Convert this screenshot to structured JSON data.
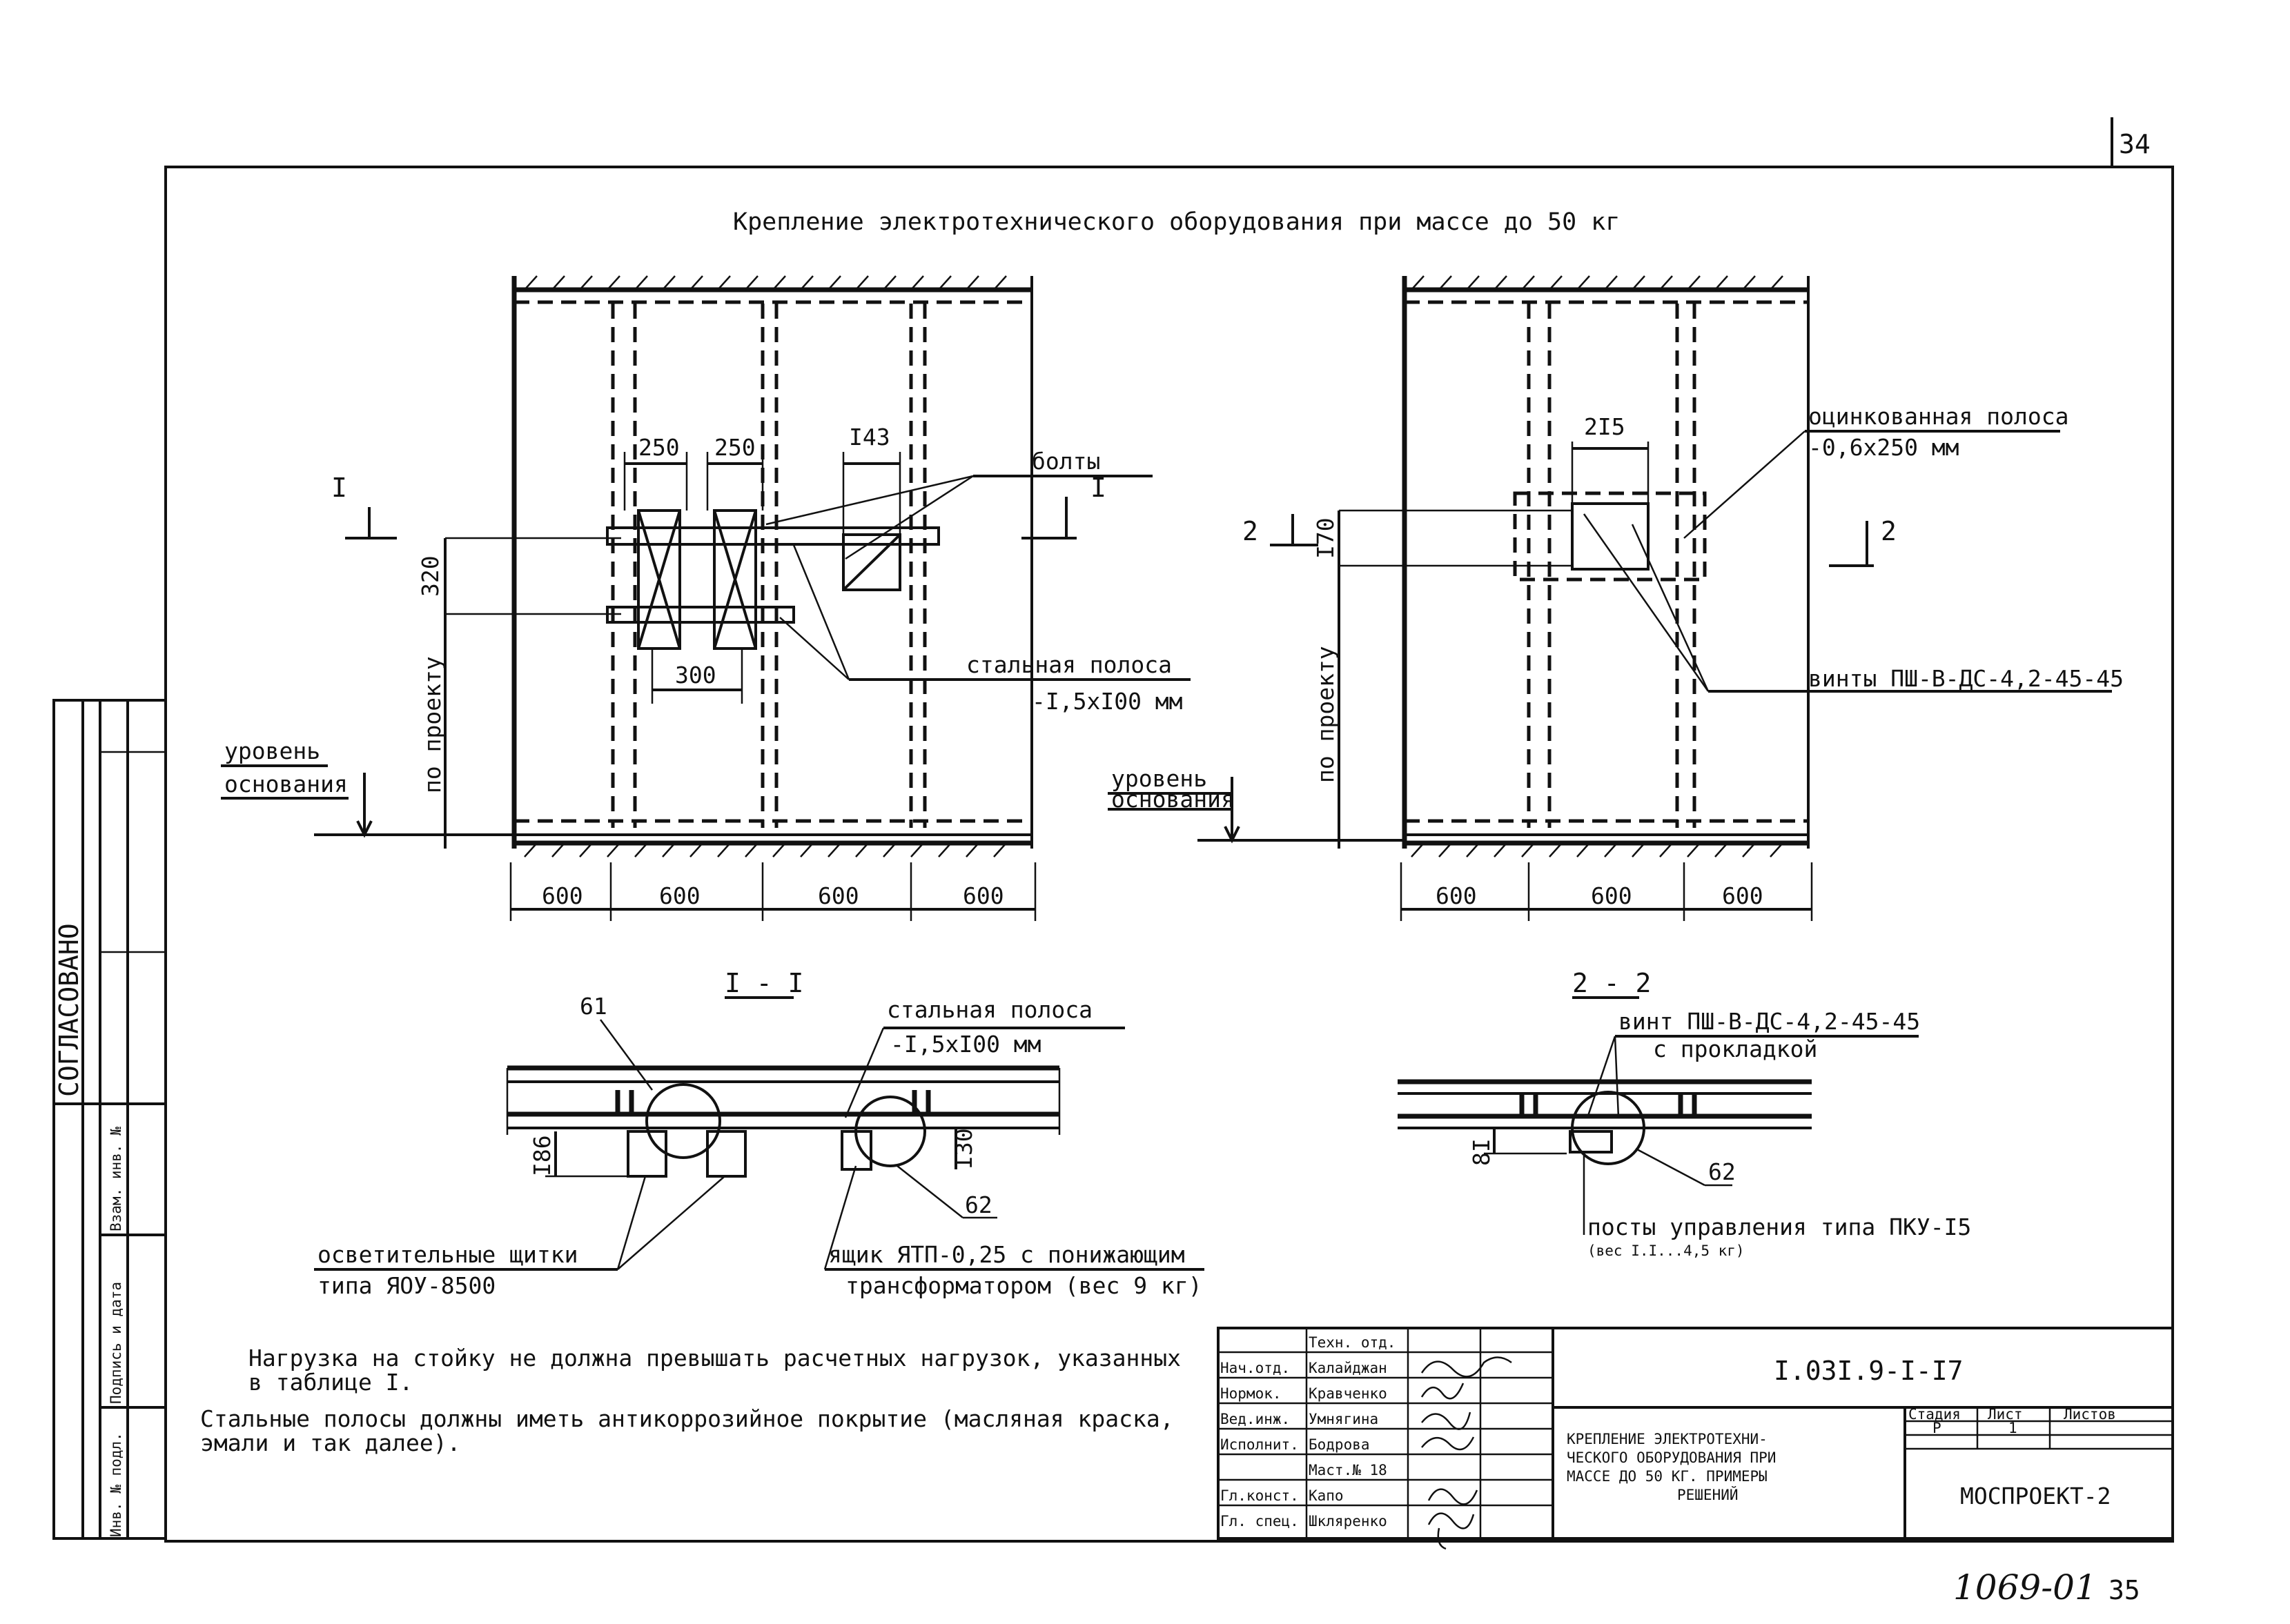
{
  "page_number": "34",
  "main_title": "Крепление электротехнического оборудования при массе до 50 кг",
  "left_view": {
    "section_mark": "I",
    "dims_top": [
      "250",
      "250",
      "I43"
    ],
    "dim_320": "320",
    "dim_300": "300",
    "po_proektu": "по проекту",
    "label_bolty": "болты",
    "label_polosa_1": "стальная полоса",
    "label_polosa_2": "-I,5xI00 мм",
    "level_1": "уровень",
    "level_2": "основания",
    "dims_bottom": [
      "600",
      "600",
      "600",
      "600"
    ]
  },
  "right_view": {
    "section_mark": "2",
    "dim_215": "2I5",
    "dim_170": "I70",
    "po_proektu": "по проекту",
    "label_ocink_1": "оцинкованная полоса",
    "label_ocink_2": "-0,6x250 мм",
    "label_vinty": "винты ПШ-В-ДС-4,2-45-45",
    "level_1": "уровень",
    "level_2": "основания",
    "dims_bottom": [
      "600",
      "600",
      "600"
    ]
  },
  "section_1": {
    "title": "I - I",
    "num_61": "61",
    "num_62": "62",
    "dim_186": "I86",
    "dim_130": "I30",
    "label_polosa_1": "стальная полоса",
    "label_polosa_2": "-I,5xI00 мм",
    "label_schitki_1": "осветительные щитки",
    "label_schitki_2": "типа ЯОУ-8500",
    "label_yaschik_1": "ящик ЯТП-0,25 с понижающим",
    "label_yaschik_2": "трансформатором (вес 9 кг)"
  },
  "section_2": {
    "title": "2 - 2",
    "num_62": "62",
    "dim_81": "8I",
    "label_vint_1": "винт ПШ-В-ДС-4,2-45-45",
    "label_vint_2": "с прокладкой",
    "label_posty_1": "посты управления типа ПКУ-I5",
    "label_posty_2": "(вес I.I...4,5 кг)"
  },
  "notes": [
    "Нагрузка на стойку не должна превышать расчетных нагрузок, указанных",
    "в  таблице I.",
    "Стальные полосы должны иметь антикоррозийное покрытие (масляная краска,",
    "эмали и так далее)."
  ],
  "stamp": {
    "vertical_agreed": "СОГЛАСОВАНО",
    "side_cols": [
      "Инв. № подл.",
      "Подпись и дата",
      "Взам. инв. №"
    ],
    "roles": [
      "Техн. отд.",
      "Нач.отд.",
      "Нормок.",
      "Вед.инж.",
      "Исполнит.",
      "Маст.№ 18",
      "Гл.конст.",
      "Гл. спец."
    ],
    "names": [
      "Калайджан",
      "Кравченко",
      "Умнягина",
      "Бодрова",
      "",
      "Капо",
      "Шкляренко"
    ],
    "code": "I.03I.9-I-I7",
    "desc": [
      "КРЕПЛЕНИЕ ЭЛЕКТРОТЕХНИ-",
      "ЧЕСКОГО ОБОРУДОВАНИЯ ПРИ",
      "МАССЕ ДО 50 КГ. ПРИМЕРЫ",
      "РЕШЕНИЙ"
    ],
    "stadia_label": "Стадия",
    "list_label": "Лист",
    "listov_label": "Листов",
    "stadia": "Р",
    "list": "1",
    "org": "МОСПРОЕКТ-2"
  },
  "handwritten_number": "1069-01",
  "bottom_page": "35"
}
